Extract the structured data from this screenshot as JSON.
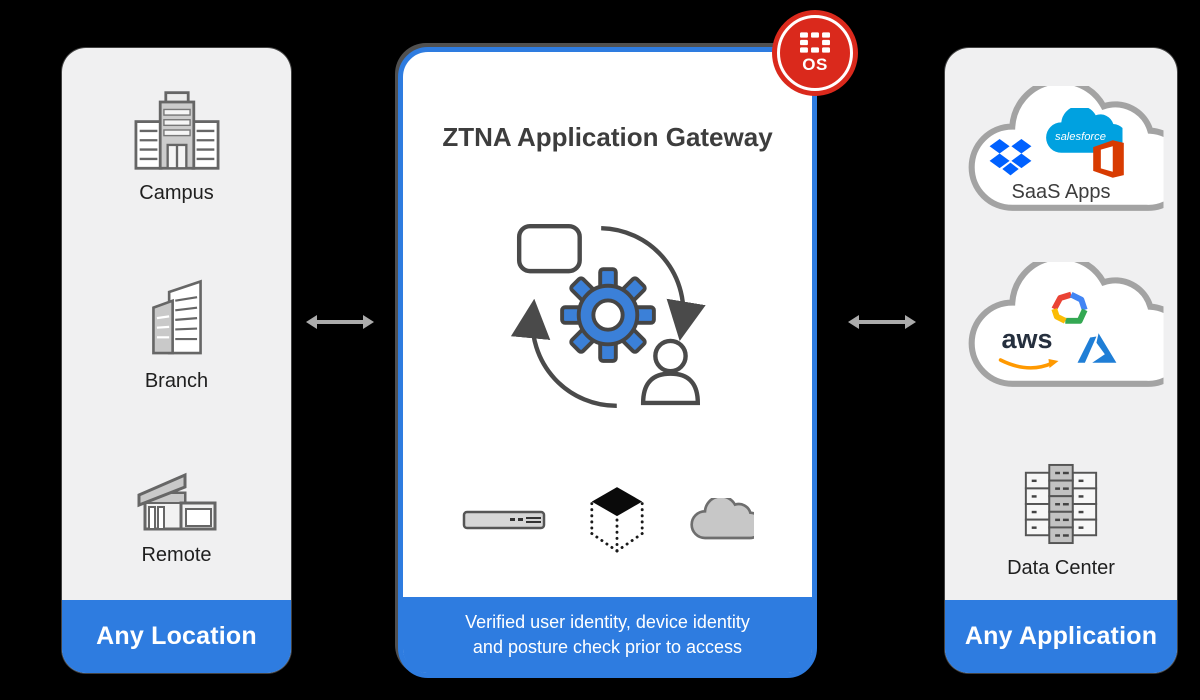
{
  "colors": {
    "accent_blue": "#2e7ce0",
    "fortinet_red": "#da291c",
    "panel_bg": "#f0f0f1",
    "canvas_bg": "#000000",
    "gear_blue": "#3b80d8",
    "stroke_dark": "#4a4a4a",
    "icon_stroke": "#666666",
    "title_color": "#3d3d3d",
    "connector_gray": "#ababab",
    "label_color": "#1f1f1f",
    "dropbox_blue": "#0061ff",
    "salesforce_blue": "#00a1e0",
    "office_orange": "#d83b01",
    "aws_dark": "#252f3e",
    "aws_orange": "#ff9900",
    "azure_blue": "#1f7ed6",
    "gcp_red": "#ea4335",
    "gcp_blue": "#4285f4",
    "gcp_yellow": "#fbbc05",
    "gcp_green": "#34a853"
  },
  "left_panel": {
    "items": [
      {
        "label": "Campus",
        "icon": "campus-building-icon"
      },
      {
        "label": "Branch",
        "icon": "branch-buildings-icon"
      },
      {
        "label": "Remote",
        "icon": "remote-house-icon"
      }
    ],
    "footer_label": "Any Location"
  },
  "gateway_panel": {
    "title": "ZTNA Application Gateway",
    "badge_label": "OS",
    "badge_icon": "fortinet-grid-icon",
    "graphic_icons": [
      "device-rounded-rect-icon",
      "gear-icon",
      "user-icon",
      "cycle-arrows-icon"
    ],
    "form_factor_icons": [
      "hardware-appliance-icon",
      "virtual-machine-cube-icon",
      "cloud-icon"
    ],
    "footer_line1": "Verified user identity, device identity",
    "footer_line2": "and posture check prior to access"
  },
  "right_panel": {
    "saas_label": "SaaS Apps",
    "saas_logos": [
      "dropbox-logo-icon",
      "salesforce-logo-icon",
      "office-logo-icon"
    ],
    "salesforce_label": "salesforce",
    "iaas_logos": [
      "aws-logo-icon",
      "google-cloud-logo-icon",
      "azure-logo-icon"
    ],
    "aws_label": "aws",
    "datacenter_label": "Data Center",
    "datacenter_icon": "data-center-racks-icon",
    "footer_label": "Any Application"
  },
  "connectors": [
    {
      "name": "left-double-arrow",
      "between": [
        "Any Location",
        "ZTNA Application Gateway"
      ]
    },
    {
      "name": "right-double-arrow",
      "between": [
        "ZTNA Application Gateway",
        "Any Application"
      ]
    }
  ]
}
